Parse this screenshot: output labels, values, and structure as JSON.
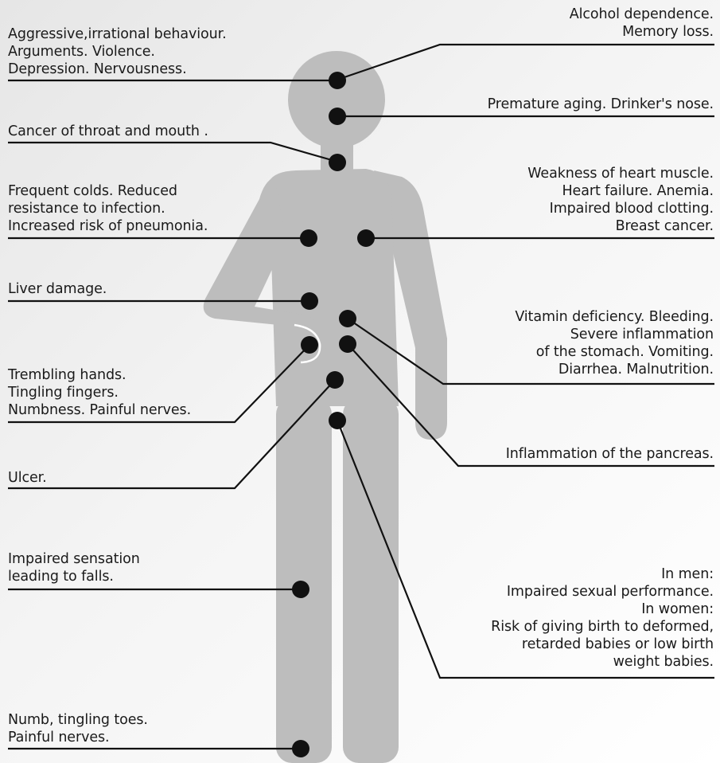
{
  "colors": {
    "figure": "#bdbdbd",
    "figure_outline": "#ffffff",
    "line": "#111111",
    "dot": "#111111"
  },
  "effects": [
    {
      "id": "aggression",
      "text": "Aggressive,irrational behaviour.\nArguments. Violence.\nDepression. Nervousness."
    },
    {
      "id": "memory",
      "text": "Alcohol dependence.\nMemory loss."
    },
    {
      "id": "aging",
      "text": "Premature aging. Drinker's nose."
    },
    {
      "id": "throat",
      "text": "Cancer of throat and mouth ."
    },
    {
      "id": "colds",
      "text": "Frequent colds. Reduced\nresistance to infection.\nIncreased risk of pneumonia."
    },
    {
      "id": "heart",
      "text": "Weakness of heart muscle.\nHeart failure. Anemia.\nImpaired blood clotting.\nBreast cancer."
    },
    {
      "id": "liver",
      "text": "Liver damage."
    },
    {
      "id": "stomach",
      "text": "Vitamin deficiency. Bleeding.\nSevere inflammation\nof the stomach. Vomiting.\nDiarrhea. Malnutrition."
    },
    {
      "id": "hands",
      "text": "Trembling hands.\nTingling fingers.\nNumbness. Painful nerves."
    },
    {
      "id": "pancreas",
      "text": "Inflammation of the pancreas."
    },
    {
      "id": "ulcer",
      "text": "Ulcer."
    },
    {
      "id": "sensation",
      "text": "Impaired sensation\nleading to falls."
    },
    {
      "id": "sexual",
      "text": "In men: \nImpaired sexual performance.\nIn women:\nRisk of giving birth to deformed,\nretarded babies or low birth\nweight babies."
    },
    {
      "id": "toes",
      "text": "Numb, tingling toes.\nPainful nerves."
    }
  ]
}
